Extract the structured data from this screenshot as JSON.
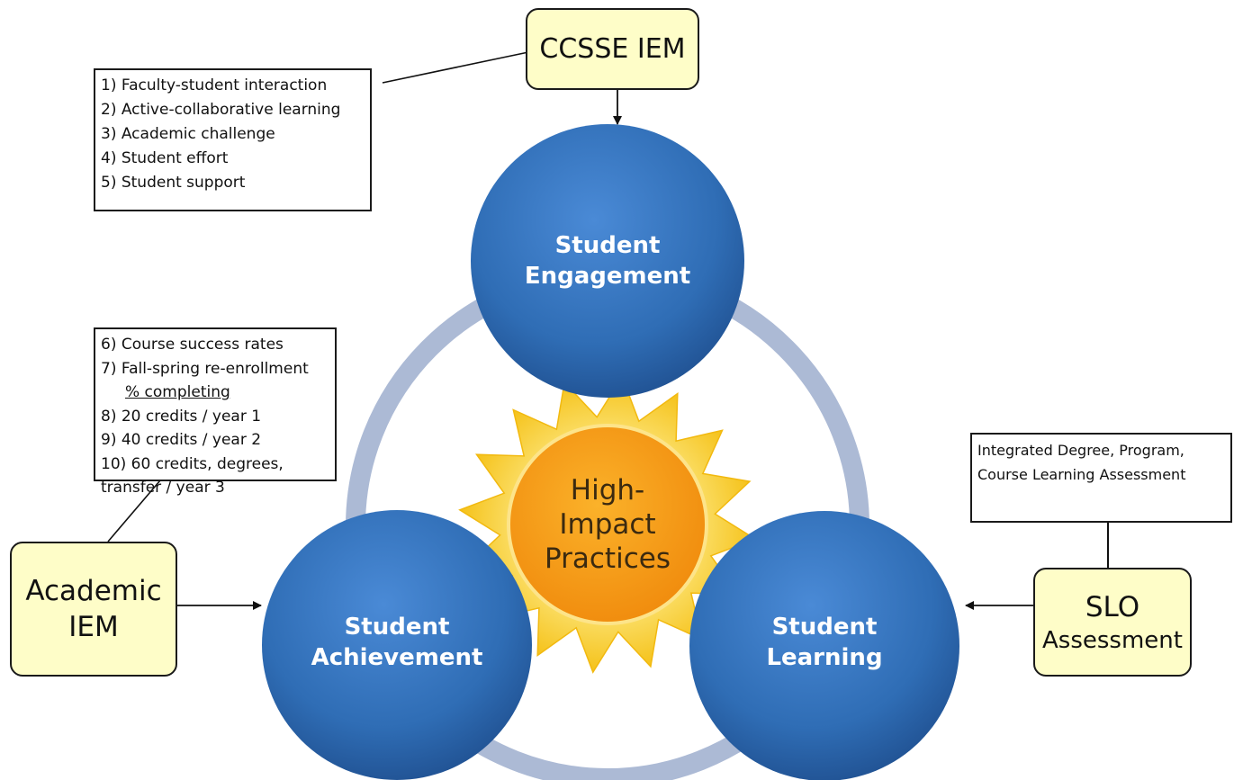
{
  "center": {
    "lines": [
      "High-",
      "Impact",
      "Practices"
    ]
  },
  "circles": {
    "engagement": [
      "Student",
      "Engagement"
    ],
    "achievement": [
      "Student",
      "Achievement"
    ],
    "learning": [
      "Student",
      "Learning"
    ]
  },
  "callouts": {
    "ccsse": "CCSSE IEM",
    "academic": [
      "Academic",
      "IEM"
    ],
    "slo": [
      "SLO",
      "Assessment"
    ]
  },
  "engagement_measures": [
    "1) Faculty-student interaction",
    "2) Active-collaborative learning",
    "3) Academic challenge",
    "4) Student effort",
    "5) Student support"
  ],
  "achievement_measures": {
    "line_6": "6) Course success rates",
    "line_7": "7) Fall-spring re-enrollment",
    "completing_header": "% completing",
    "line_8": "8) 20 credits / year 1",
    "line_9": "9) 40 credits / year 2",
    "line_10a": "10) 60 credits, degrees,",
    "line_10b": "transfer / year 3"
  },
  "slo_description": [
    "Integrated Degree, Program,",
    "Course Learning Assessment"
  ],
  "colors": {
    "circle_blue": "#2f6db5",
    "ring": "#a3b3d0",
    "sun_ray": "#f7c81a",
    "center_orange": "#f59a12",
    "callout_fill": "#fefdc8"
  }
}
